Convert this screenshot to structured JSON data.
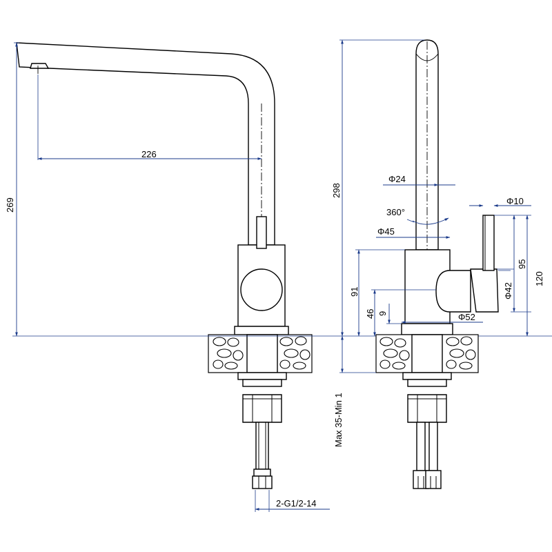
{
  "dimensions": {
    "reach": "226",
    "height_left": "269",
    "height_total": "298",
    "spout_diameter": "Φ24",
    "rotation": "360°",
    "body_diameter": "Φ45",
    "lever_diameter": "Φ10",
    "height_95": "95",
    "height_120": "120",
    "cartridge_diameter": "Φ42",
    "height_91": "91",
    "height_46": "46",
    "height_9": "9",
    "base_diameter": "Φ52",
    "counter_thickness": "Max 35-Min 1",
    "thread": "2-G1/2-14"
  },
  "colors": {
    "dimension_line": "#1a3a8a",
    "outline": "#000000",
    "background": "#ffffff"
  }
}
